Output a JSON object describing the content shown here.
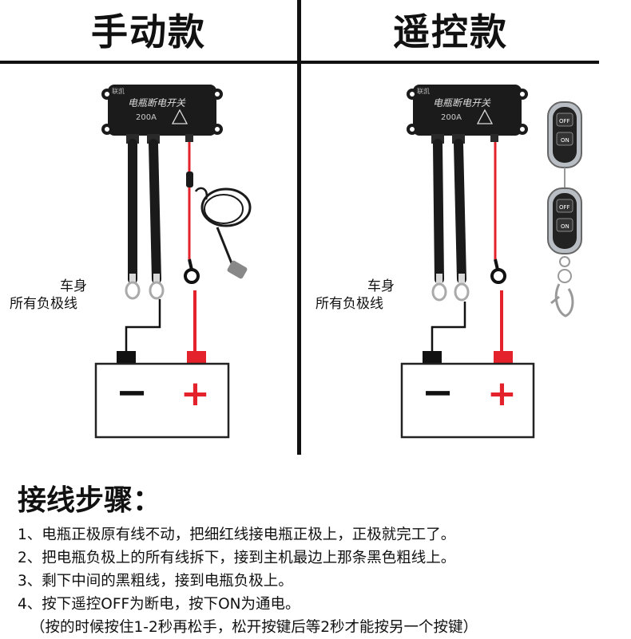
{
  "headers": {
    "manual": "手动款",
    "remote": "遥控款"
  },
  "switch_box": {
    "brand": "联凯",
    "title": "电瓶断电开关",
    "rating": "200A"
  },
  "remote_buttons": {
    "off": "OFF",
    "on": "ON"
  },
  "label": {
    "line1": "车身",
    "line2": "所有负极线"
  },
  "battery": {
    "negative": "−",
    "positive": "+"
  },
  "colors": {
    "red": "#e3222b",
    "black": "#111111",
    "box": "#1b1b1b"
  },
  "instructions": {
    "title": "接线步骤：",
    "steps": [
      "1、电瓶正极原有线不动，把细红线接电瓶正极上，正极就完工了。",
      "2、把电瓶负极上的所有线拆下，接到主机最边上那条黑色粗线上。",
      "3、剩下中间的黑粗线，接到电瓶负极上。",
      "4、按下遥控OFF为断电，按下ON为通电。",
      "（按的时候按住1-2秒再松手，松开按键后等2秒才能按另一个按键）"
    ]
  }
}
